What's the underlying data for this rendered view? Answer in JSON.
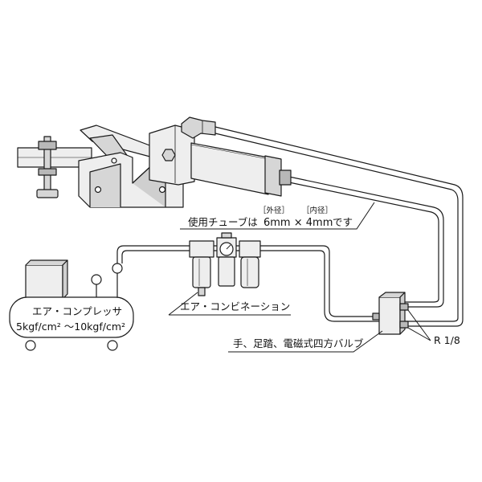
{
  "labels": {
    "outer_diameter": "［外径］",
    "inner_diameter": "［内径］",
    "tube_prefix": "使用チューブは",
    "tube_spec": "6mm × 4mm",
    "tube_suffix": "です",
    "air_combination": "エア・コンビネーション",
    "air_compressor": "エア・コンプレッサ",
    "pressure_range": "5kgf/cm² ～10kgf/cm²",
    "valve": "手、足踏、電磁式四方バルブ",
    "port_size": "R 1/8"
  },
  "colors": {
    "outline": "#1a1a1a",
    "fill_light": "#eeeeee",
    "fill_mid": "#d6d6d6",
    "fill_dark": "#b8b8b8",
    "background": "#ffffff"
  }
}
